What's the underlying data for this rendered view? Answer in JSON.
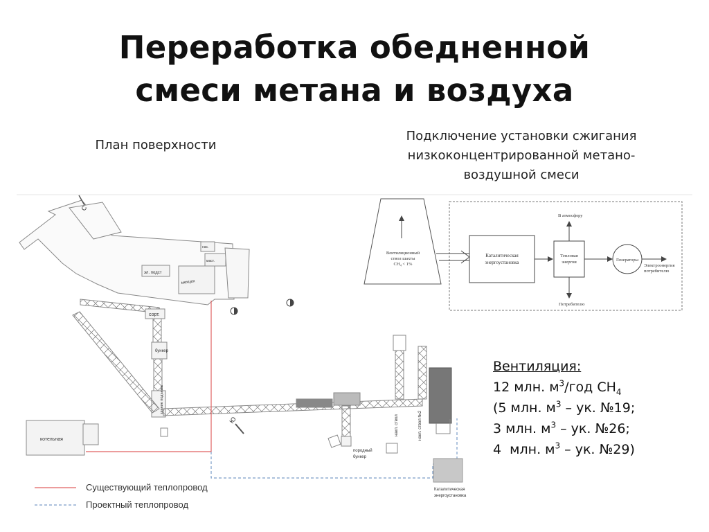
{
  "title": {
    "line1": "Переработка обедненной",
    "line2": "смеси метана и воздуха"
  },
  "captions": {
    "left": "План поверхности",
    "right_line1": "Подключение установки сжигания",
    "right_line2": "низкоконцентрированной метано-",
    "right_line3": "воздушной смеси"
  },
  "plan_labels": {
    "sort": "сорт.",
    "bunker": "бункер",
    "lift": "здание подъема",
    "boiler": "котельная",
    "substation": "эл. подст",
    "workshop": "мехцех",
    "nas": "нас.",
    "mast": "маст.",
    "rock_bunker_1": "породный",
    "rock_bunker_2": "бункер",
    "shaft1": "накл. ствол",
    "shaft2": "накл. ствол №2",
    "catalytic_1": "Каталитическая",
    "catalytic_2": "энергоустановка",
    "compass_s": "С",
    "compass_yu": "Ю"
  },
  "legend": {
    "existing": "Существующий теплопровод",
    "planned": "Проектный теплопровод",
    "existing_color": "#e06060",
    "planned_color": "#7a9cc8"
  },
  "scheme": {
    "shaft_1": "Вентиляционный",
    "shaft_2": "ствол шахты",
    "shaft_3": "CH₄ < 1%",
    "catalytic_1": "Каталитическая",
    "catalytic_2": "энергоустановка",
    "heat_1": "Тепловая",
    "heat_2": "энергия",
    "generator": "Генераторы",
    "atmosphere": "В атмосферу",
    "consumer": "Потребителю",
    "electric_1": "Электроэнергия",
    "electric_2": "потребителю"
  },
  "ventilation": {
    "head": "Вентиляция:",
    "l1_a": "12 млн. м",
    "l1_sup": "3",
    "l1_b": "/год CH",
    "l1_sub": "4",
    "l2_a": "(5 млн. м",
    "l2_sup": "3",
    "l2_b": " – ук. №19;",
    "l3_a": "3 млн. м",
    "l3_sup": "3",
    "l3_b": " – ук. №26;",
    "l4_a": "4  млн. м",
    "l4_sup": "3",
    "l4_b": " – ук. №29)"
  }
}
